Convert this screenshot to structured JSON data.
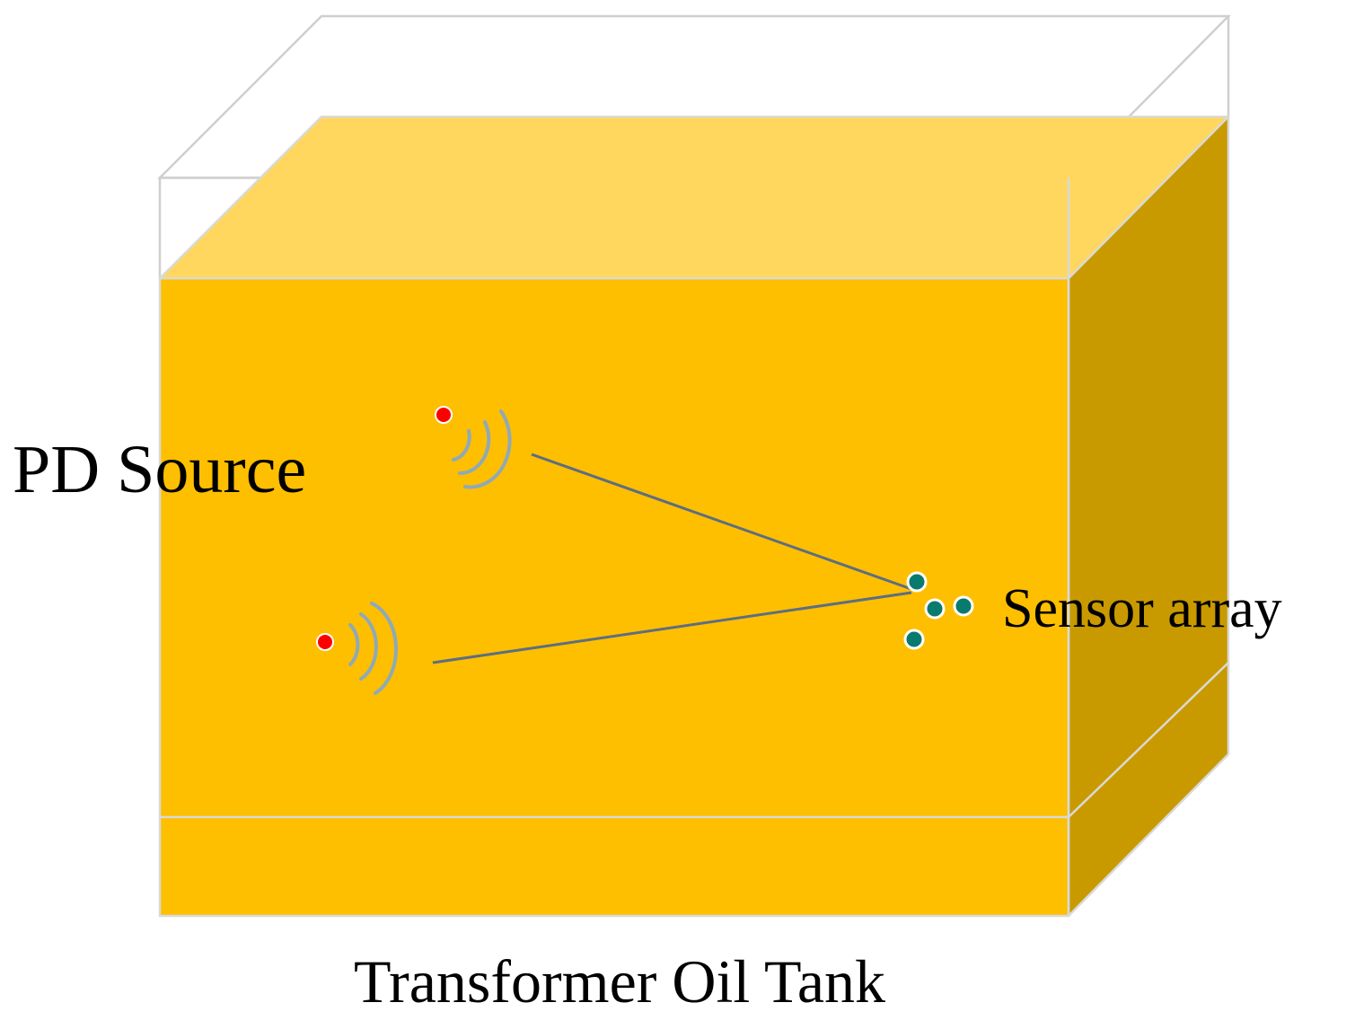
{
  "diagram": {
    "labels": {
      "pd_source": "PD Source",
      "sensor_array": "Sensor array",
      "tank": "Transformer Oil Tank"
    },
    "colors": {
      "oil_front": "#FDBF00",
      "oil_top": "#FFD75E",
      "oil_side": "#C99A00",
      "tank_outline": "#D0D0D0",
      "pd_source_dot": "#FF0000",
      "sensor_dot": "#087A6E",
      "wave_arcs": "#8FA9B8",
      "signal_path": "#5E6E80"
    },
    "components": {
      "pd_sources": 2,
      "sensors": 4
    }
  }
}
